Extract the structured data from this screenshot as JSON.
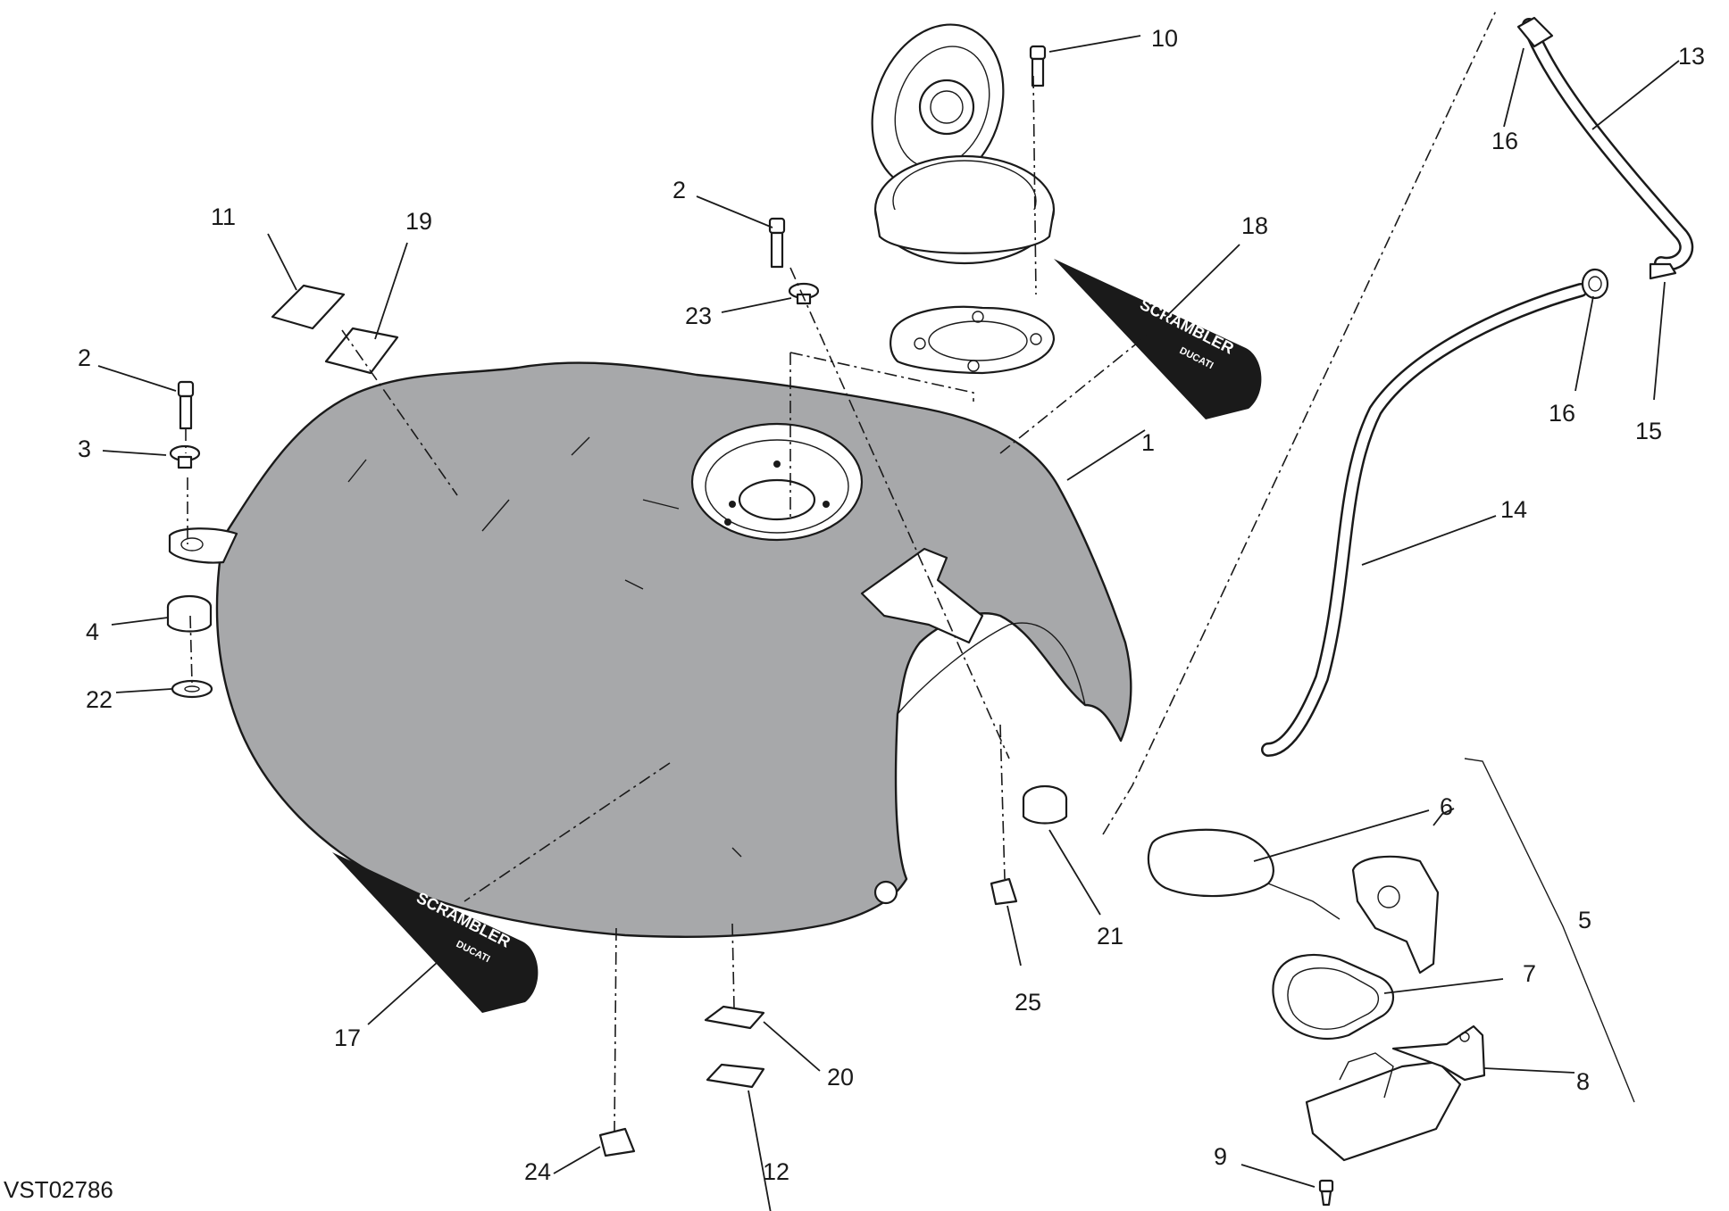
{
  "drawing_code": "VST02786",
  "decal": {
    "brand": "SCRAMBLER",
    "sub": "DUCATI"
  },
  "callouts": {
    "c1": "1",
    "c2a": "2",
    "c2b": "2",
    "c3": "3",
    "c4": "4",
    "c5": "5",
    "c6": "6",
    "c7": "7",
    "c8": "8",
    "c9": "9",
    "c10": "10",
    "c11": "11",
    "c12": "12",
    "c13": "13",
    "c14": "14",
    "c15": "15",
    "c16a": "16",
    "c16b": "16",
    "c17": "17",
    "c18": "18",
    "c19": "19",
    "c20": "20",
    "c21": "21",
    "c22": "22",
    "c23": "23",
    "c24": "24",
    "c25": "25"
  },
  "icons": {
    "fuel_tank": "fuel-tank-icon",
    "filler_cap": "filler-cap-icon",
    "fuel_pump": "fuel-pump-icon",
    "breather_hose": "hose-icon"
  }
}
